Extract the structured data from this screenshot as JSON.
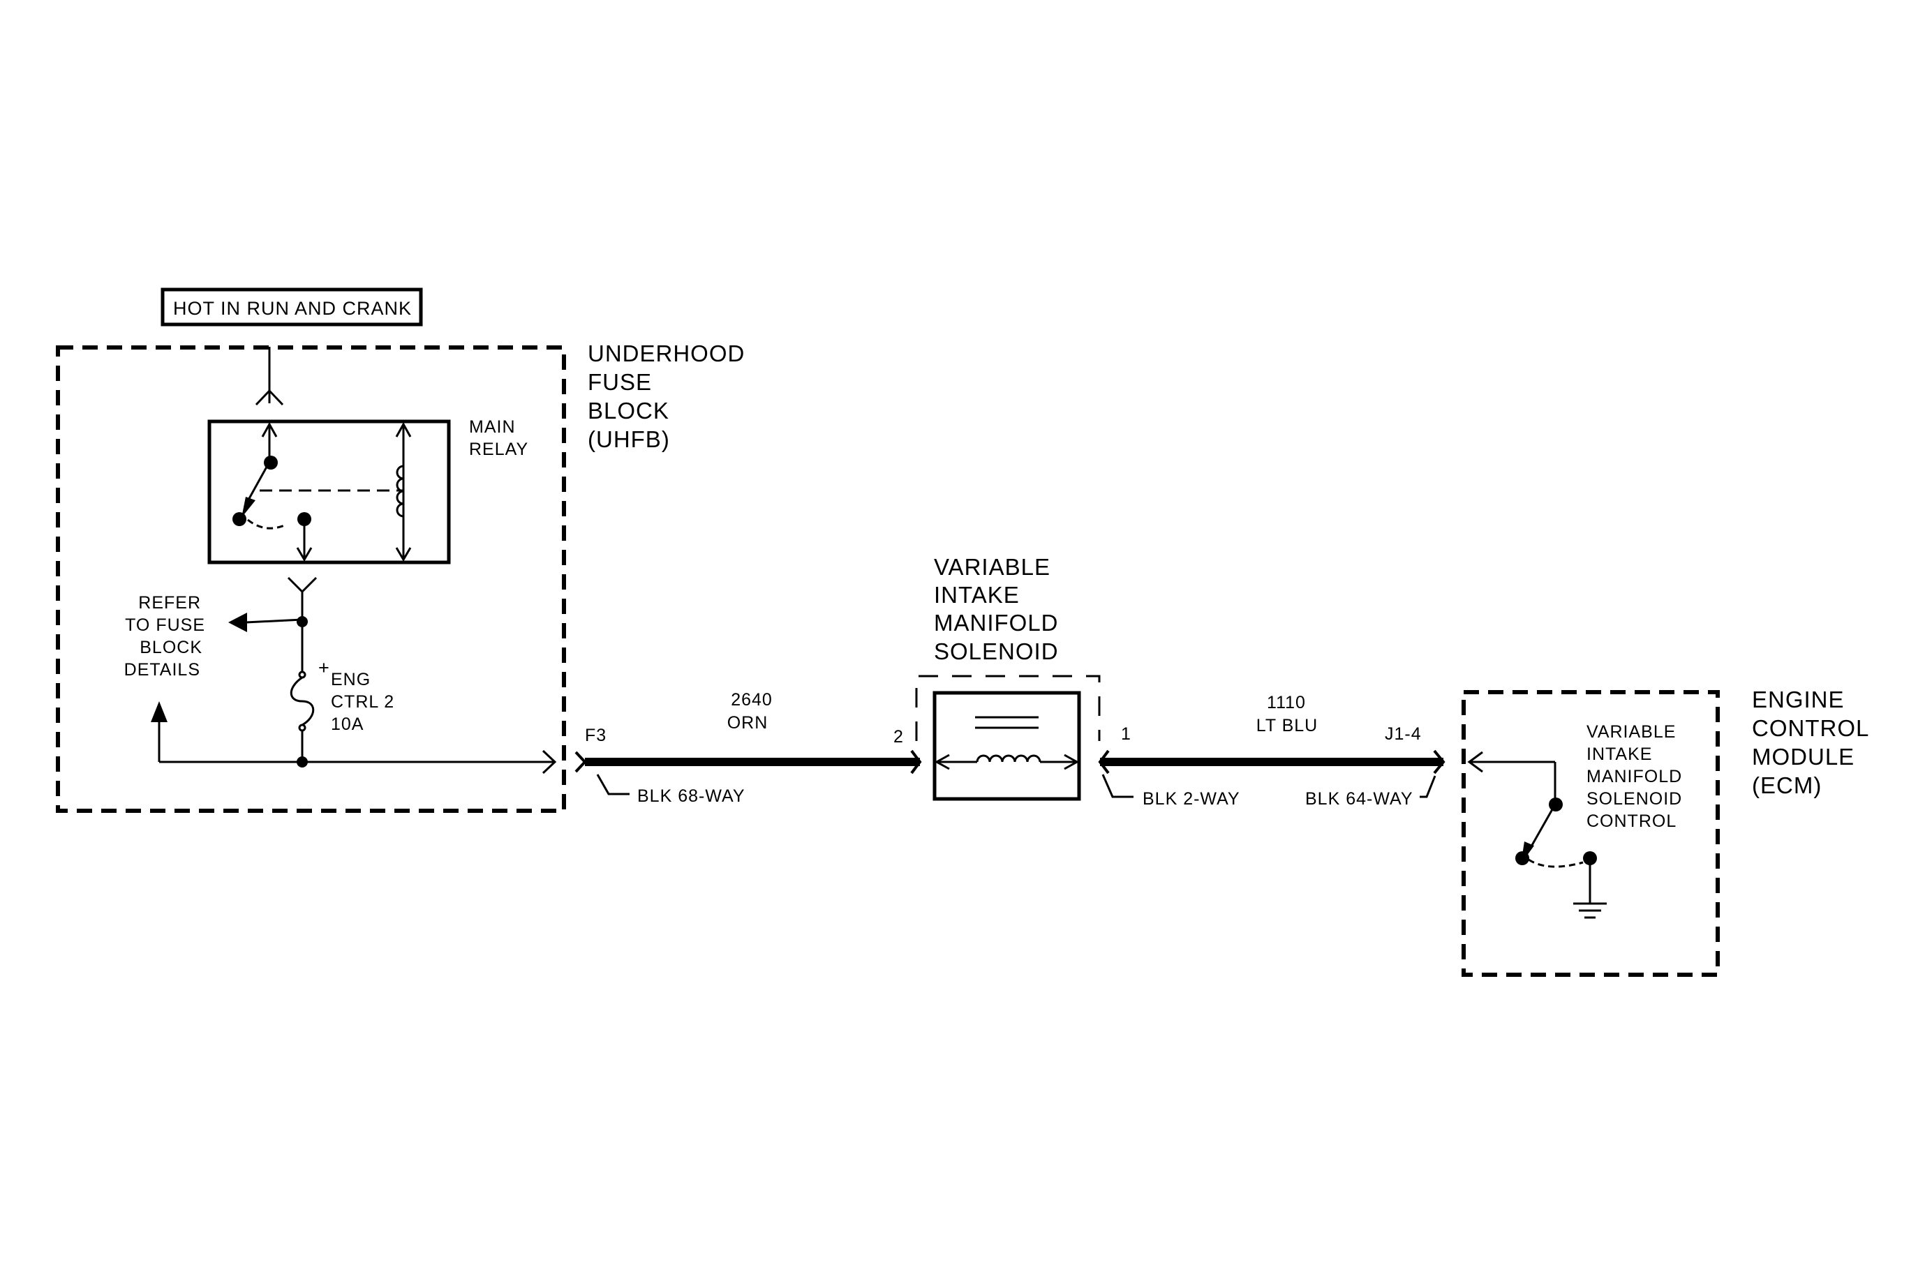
{
  "power": {
    "label": "HOT IN RUN AND CRANK"
  },
  "uhfb": {
    "name_lines": [
      "UNDERHOOD",
      "FUSE",
      "BLOCK",
      "(UHFB)"
    ],
    "relay_lines": [
      "MAIN",
      "RELAY"
    ],
    "refer_lines": [
      "REFER",
      "TO FUSE",
      "BLOCK",
      "DETAILS"
    ],
    "fuse_plus": "+",
    "fuse_lines": [
      "ENG",
      "CTRL 2",
      "10A"
    ],
    "pin": "F3",
    "connector": "BLK 68-WAY"
  },
  "wire_2640": {
    "circuit": "2640",
    "color": "ORN"
  },
  "solenoid": {
    "name_lines": [
      "VARIABLE",
      "INTAKE",
      "MANIFOLD",
      "SOLENOID"
    ],
    "pin_left": "2",
    "pin_right": "1",
    "connector": "BLK 2-WAY"
  },
  "wire_1110": {
    "circuit": "1110",
    "color": "LT BLU"
  },
  "ecm": {
    "name_lines": [
      "ENGINE",
      "CONTROL",
      "MODULE",
      "(ECM)"
    ],
    "pin": "J1-4",
    "connector": "BLK 64-WAY",
    "control_lines": [
      "VARIABLE",
      "INTAKE",
      "MANIFOLD",
      "SOLENOID",
      "CONTROL"
    ]
  }
}
